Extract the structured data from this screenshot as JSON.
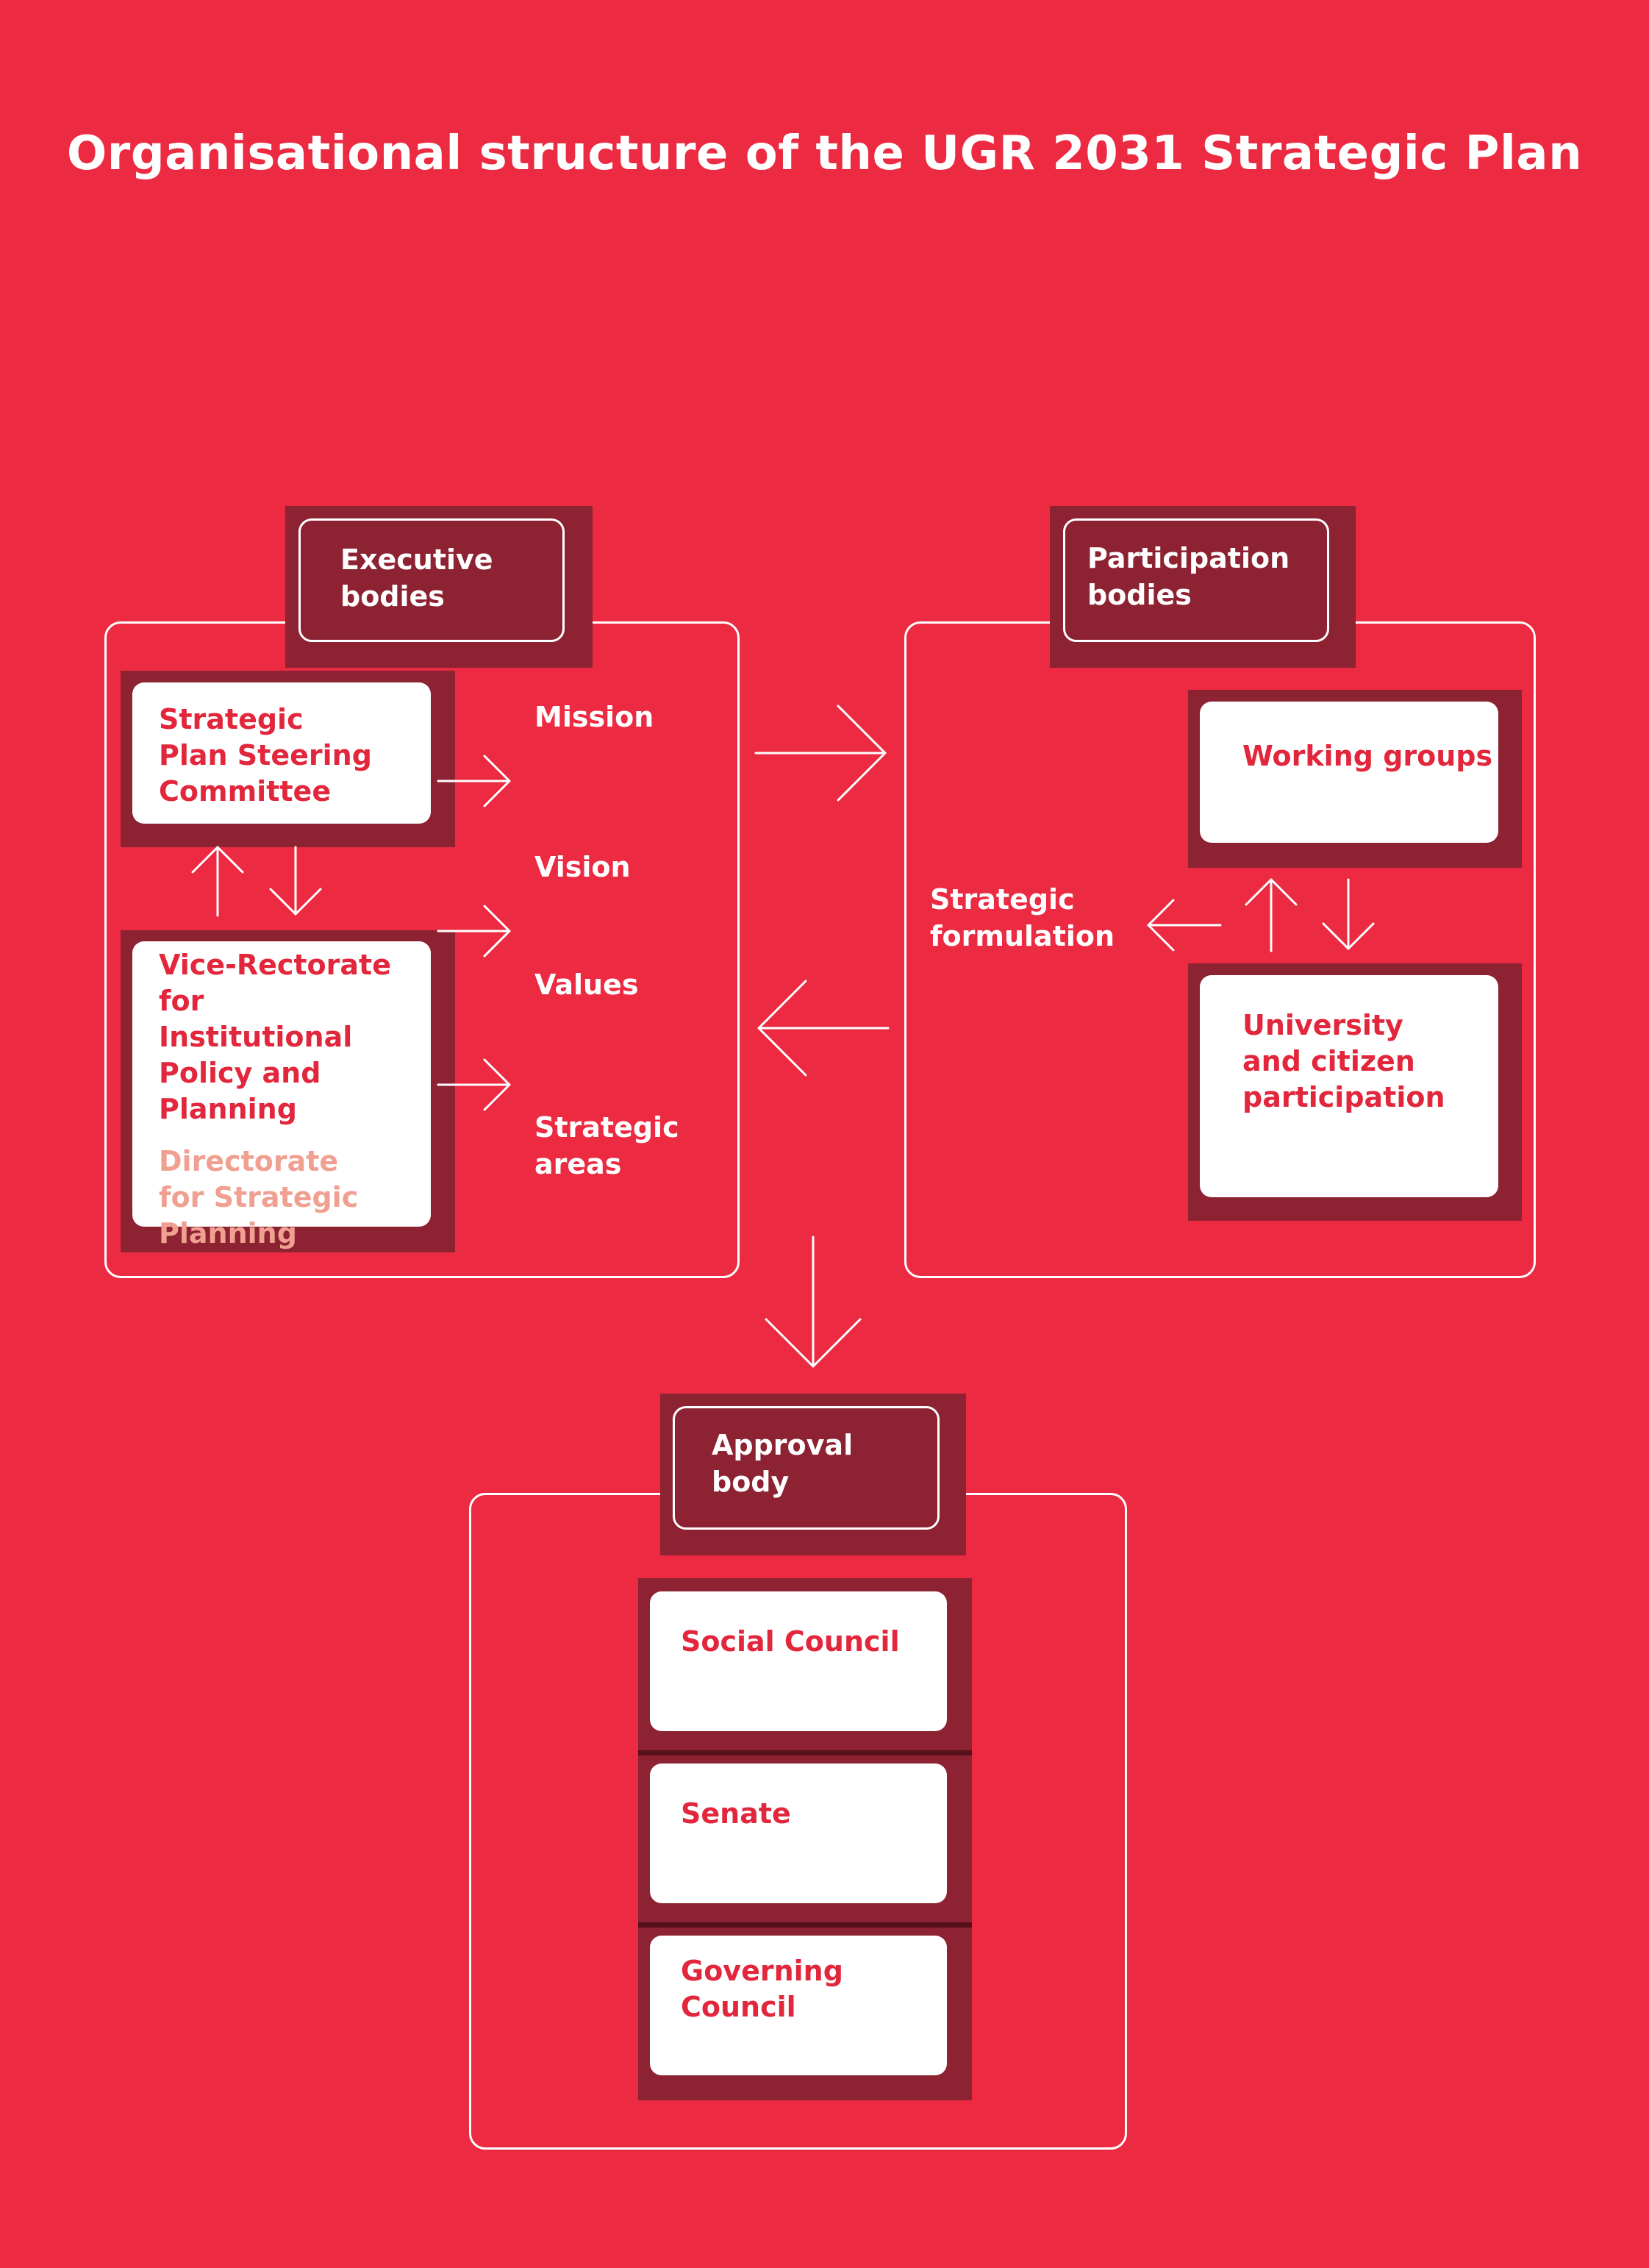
{
  "title": "Organisational structure of the UGR 2031 Strategic Plan",
  "executive": {
    "heading": "Executive bodies",
    "steering_committee": "Strategic Plan Steering Committee",
    "vice_rectorate": "Vice-Rectorate for Institutional Policy and Planning",
    "directorate": "Directorate for Strategic Planning",
    "outputs": [
      "Mission",
      "Vision",
      "Values",
      "Strategic areas"
    ]
  },
  "participation": {
    "heading": "Participation bodies",
    "working_groups": "Working groups",
    "university_citizen": "University and citizen participation",
    "strategic_formulation": "Strategic formulation"
  },
  "approval": {
    "heading": "Approval body",
    "bodies": [
      "Social Council",
      "Senate",
      "Governing Council"
    ]
  },
  "colors": {
    "background": "#ec2a42",
    "dark_block": "#8c2232",
    "line": "#ffffff",
    "card_text": "#e2263c",
    "sub_text": "#f0a090"
  }
}
